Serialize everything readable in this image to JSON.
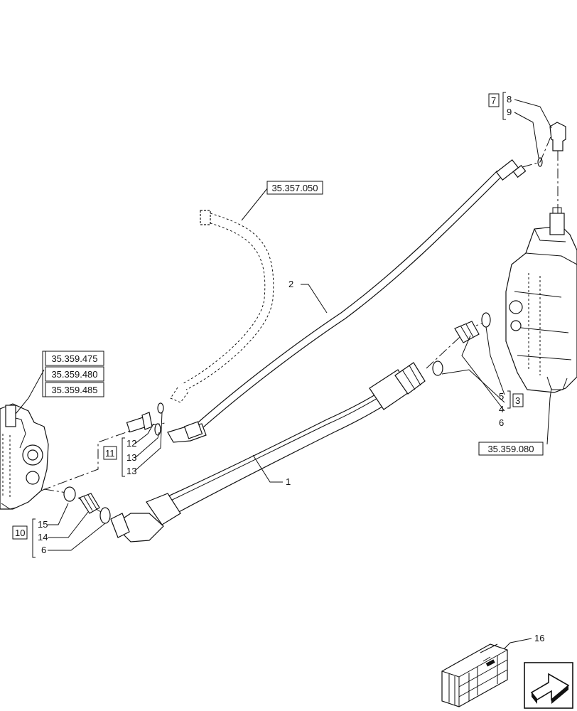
{
  "references": {
    "r_357_050": "35.357.050",
    "r_359_475": "35.359.475",
    "r_359_480": "35.359.480",
    "r_359_485": "35.359.485",
    "r_359_080": "35.359.080"
  },
  "callouts": {
    "c1": "1",
    "c2": "2",
    "c3": "3",
    "c4": "4",
    "c5": "5",
    "c6a": "6",
    "c6b": "6",
    "c7": "7",
    "c8": "8",
    "c9": "9",
    "c10": "10",
    "c11": "11",
    "c12": "12",
    "c13a": "13",
    "c13b": "13",
    "c14": "14",
    "c15": "15",
    "c16": "16"
  },
  "icons": {
    "nav": "next-page-arrow-icon",
    "kit": "parts-crate-icon"
  }
}
